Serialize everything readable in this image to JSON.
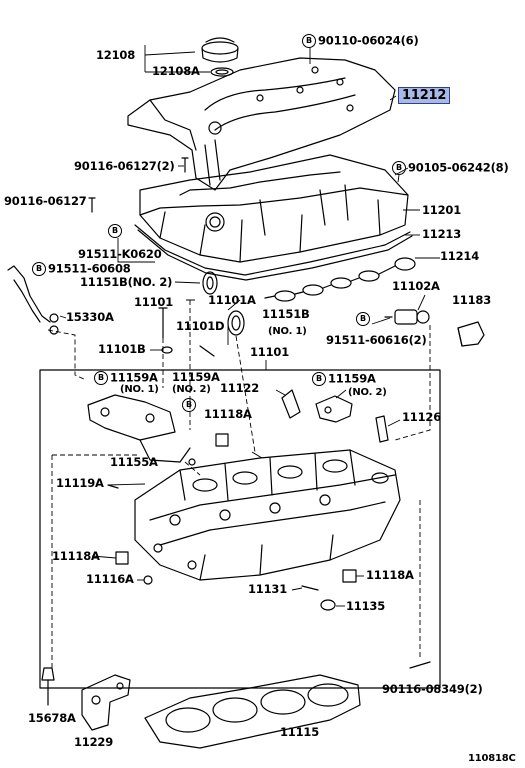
{
  "diagram": {
    "labels": {
      "p12108": "12108",
      "p12108A": "12108A",
      "p90110": "90110-06024(6)",
      "p11212": "11212",
      "p90116_06127_2": "90116-06127(2)",
      "p90105": "90105-06242(8)",
      "p90116_06127": "90116-06127",
      "p11201": "11201",
      "p91511_K0620": "91511-K0620",
      "p91511_60608": "91511-60608",
      "p11213": "11213",
      "p11214": "11214",
      "p11151B_no2": "11151B",
      "p11151B_no2_sfx": "(NO. 2)",
      "p11102A": "11102A",
      "p11183": "11183",
      "p11101_1": "11101",
      "p11101A": "11101A",
      "p15330A": "15330A",
      "p11151B_no1": "11151B",
      "p11151B_no1_sfx": "(NO. 1)",
      "p11101D": "11101D",
      "p91511_60616": "91511-60616(2)",
      "p11101B": "11101B",
      "p11101_main": "11101",
      "p11159A_no1": "11159A",
      "p11159A_no1_sfx": "(NO. 1)",
      "p11159A_no2a": "11159A",
      "p11159A_no2a_sfx": "(NO. 2)",
      "p11122": "11122",
      "p11159A_no2b": "11159A",
      "p11159A_no2b_sfx": "(NO. 2)",
      "p11118A_1": "11118A",
      "p11126": "11126",
      "p11155A": "11155A",
      "p11119A": "11119A",
      "p11118A_2": "11118A",
      "p11116A": "11116A",
      "p11118A_3": "11118A",
      "p11131": "11131",
      "p11135": "11135",
      "p15678A": "15678A",
      "p90116_08349": "90116-08349(2)",
      "p11229": "11229",
      "p11115": "11115",
      "p110818C": "110818C"
    },
    "bolt_marker": "B",
    "highlight_color": "#a9b9e6"
  }
}
